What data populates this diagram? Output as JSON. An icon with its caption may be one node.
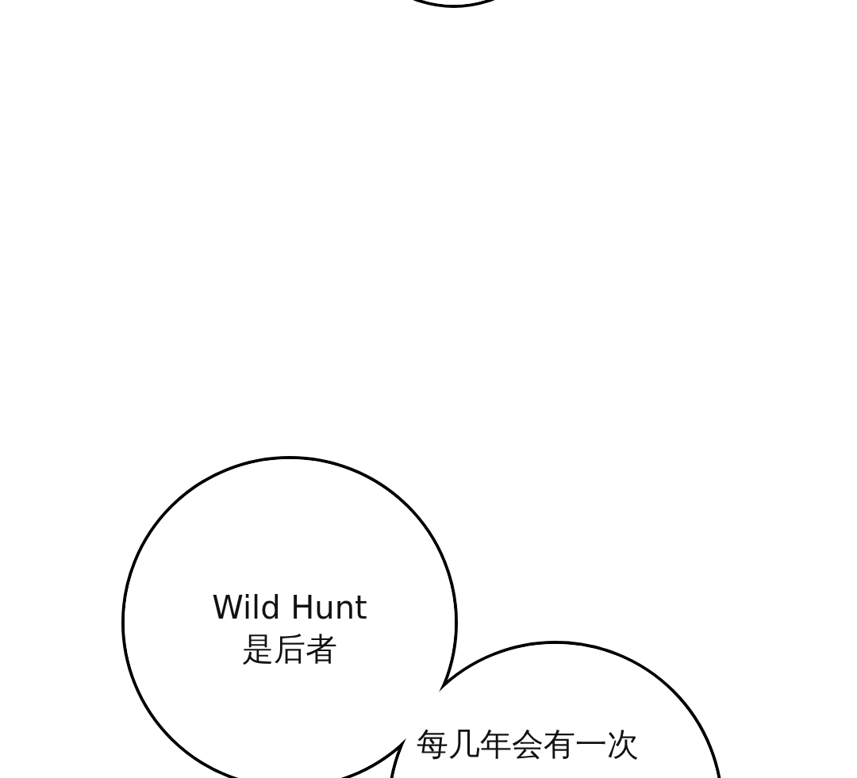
{
  "diagram": {
    "nodes": [
      {
        "text": [],
        "shape": "circle"
      },
      {
        "text": [
          "Wild Hunt 是后者"
        ]
      },
      {
        "text": [
          "每几年会有一次"
        ]
      }
    ],
    "edges": []
  }
}
